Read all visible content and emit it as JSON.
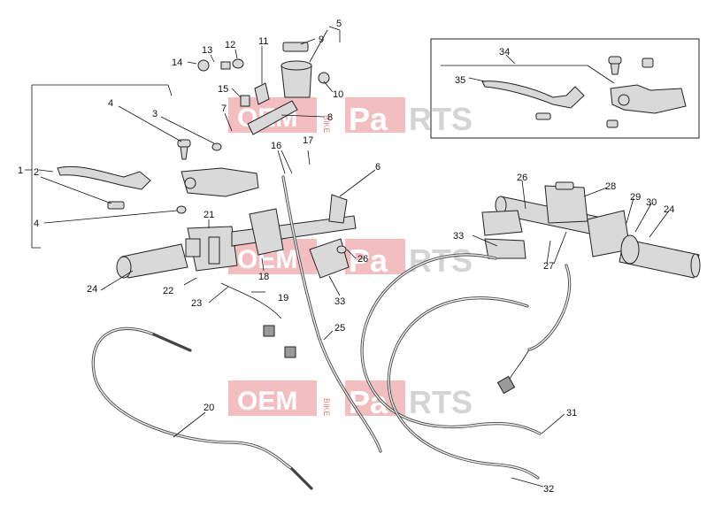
{
  "watermark": {
    "part1": "OEM",
    "part2": "BIKE",
    "part3": "Pa",
    "part4": "RTS"
  },
  "callouts": [
    "1",
    "2",
    "3",
    "4",
    "4",
    "5",
    "6",
    "7",
    "8",
    "9",
    "10",
    "11",
    "12",
    "13",
    "14",
    "15",
    "16",
    "17",
    "18",
    "19",
    "20",
    "21",
    "22",
    "23",
    "24",
    "24",
    "25",
    "26",
    "26",
    "27",
    "28",
    "29",
    "30",
    "31",
    "32",
    "33",
    "33",
    "34",
    "35"
  ]
}
